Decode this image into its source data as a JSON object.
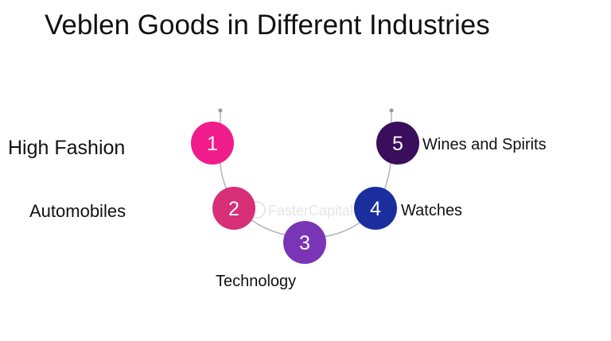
{
  "title": "Veblen Goods in Different Industries",
  "watermark": "FasterCapital",
  "colors": {
    "node1": "#f01c8c",
    "node2": "#d72f78",
    "node3": "#7a35b6",
    "node4": "#1a2e9e",
    "node5": "#3a0e5c",
    "curve": "#b5b5b5"
  },
  "nodes": [
    {
      "number": "1",
      "label": "High Fashion"
    },
    {
      "number": "2",
      "label": "Automobiles"
    },
    {
      "number": "3",
      "label": "Technology"
    },
    {
      "number": "4",
      "label": "Watches"
    },
    {
      "number": "5",
      "label": "Wines and Spirits"
    }
  ]
}
